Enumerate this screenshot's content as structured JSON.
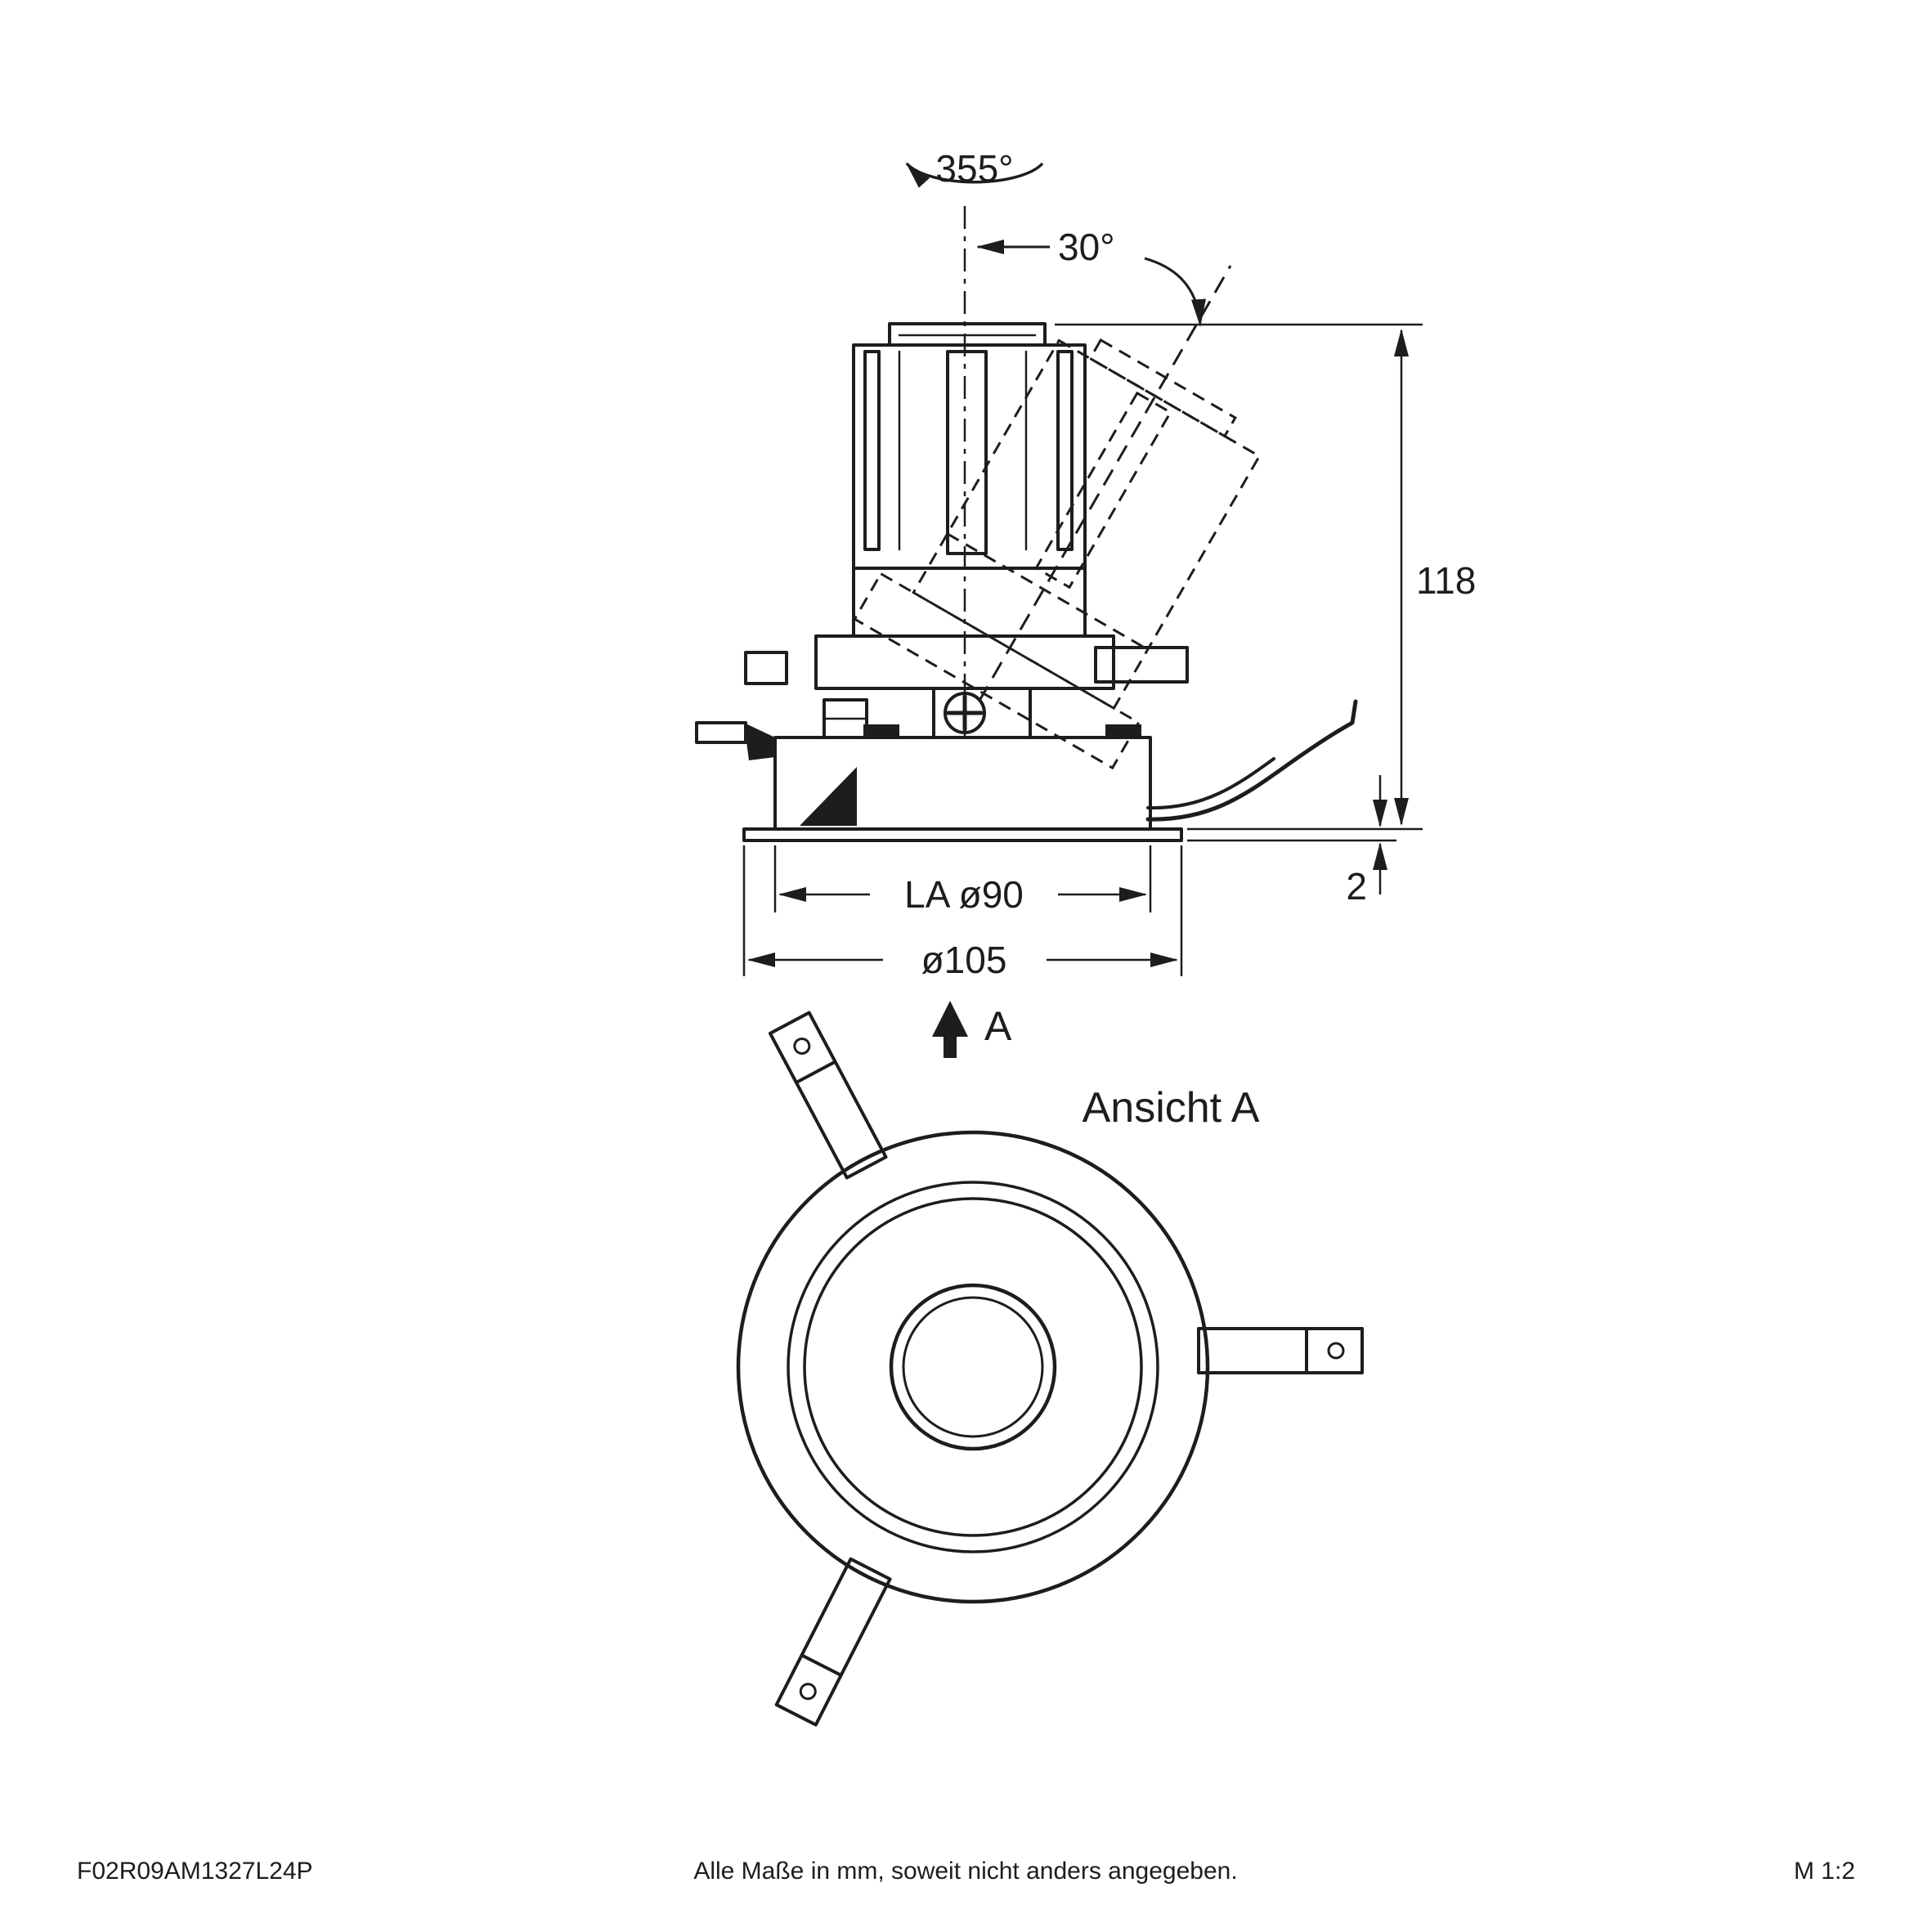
{
  "page": {
    "background": "#ffffff",
    "line_color": "#1d1d1b"
  },
  "side_view": {
    "rotation_angle_label": "355°",
    "tilt_angle_label": "30°",
    "height_label": "118",
    "flange_thickness_label": "2",
    "cutout_diameter_label": "LA ø90",
    "outer_diameter_label": "ø105",
    "view_arrow_label": "A"
  },
  "top_view": {
    "title": "Ansicht A"
  },
  "footer": {
    "article_number": "F02R09AM1327L24P",
    "dimension_note": "Alle Maße in mm, soweit nicht anders angegeben.",
    "scale": "M 1:2"
  }
}
